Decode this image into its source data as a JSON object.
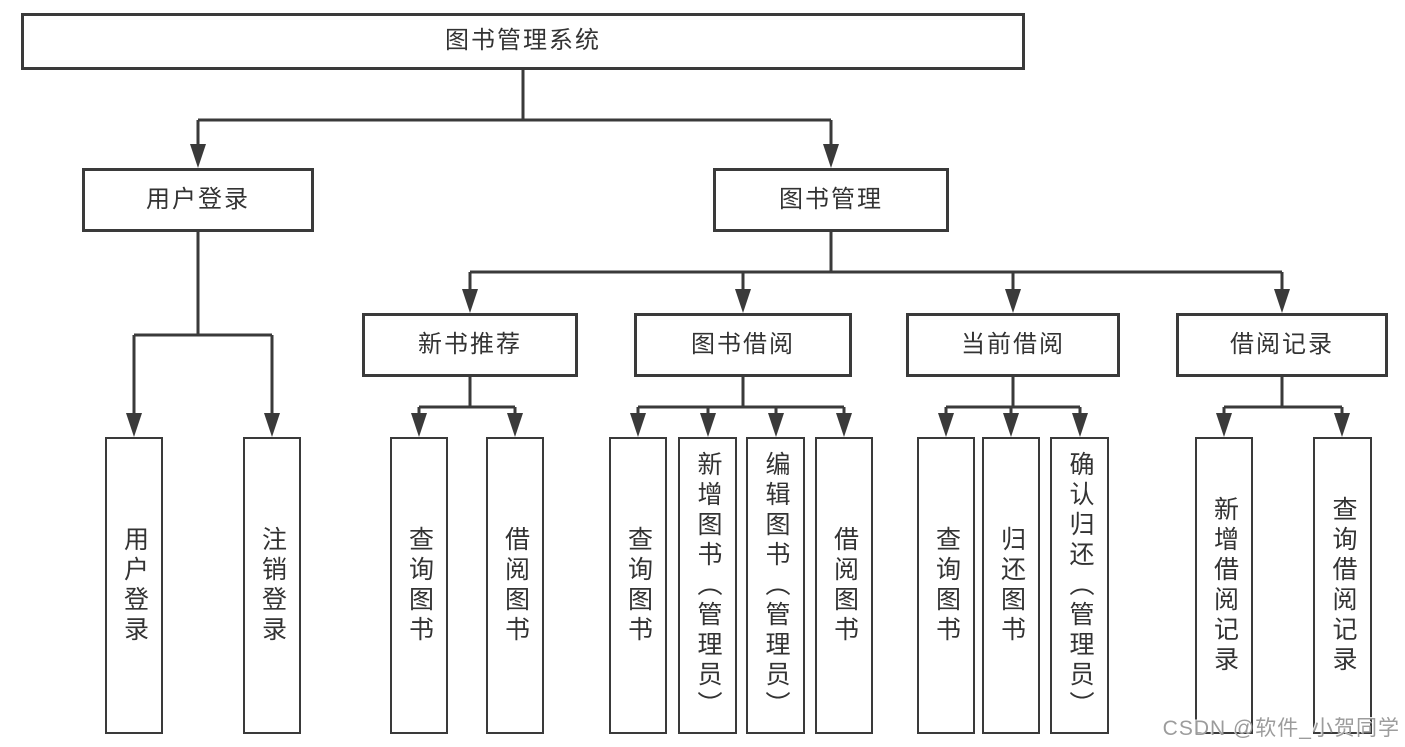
{
  "tree": {
    "root": {
      "label": "图书管理系统",
      "children": [
        {
          "label": "用户登录",
          "children": [
            {
              "label": "用户登录"
            },
            {
              "label": "注销登录"
            }
          ]
        },
        {
          "label": "图书管理",
          "children": [
            {
              "label": "新书推荐",
              "children": [
                {
                  "label": "查询图书"
                },
                {
                  "label": "借阅图书"
                }
              ]
            },
            {
              "label": "图书借阅",
              "children": [
                {
                  "label": "查询图书"
                },
                {
                  "label": "新增图书（管理员）"
                },
                {
                  "label": "编辑图书（管理员）"
                },
                {
                  "label": "借阅图书"
                }
              ]
            },
            {
              "label": "当前借阅",
              "children": [
                {
                  "label": "查询图书"
                },
                {
                  "label": "归还图书"
                },
                {
                  "label": "确认归还（管理员）"
                }
              ]
            },
            {
              "label": "借阅记录",
              "children": [
                {
                  "label": "新增借阅记录"
                },
                {
                  "label": "查询借阅记录"
                }
              ]
            }
          ]
        }
      ]
    }
  },
  "watermark": {
    "text": "CSDN @软件_小贺同学"
  },
  "colors": {
    "line": "#3a3a3a",
    "text": "#333333",
    "background": "#ffffff",
    "watermark": "#9c9c9c"
  }
}
